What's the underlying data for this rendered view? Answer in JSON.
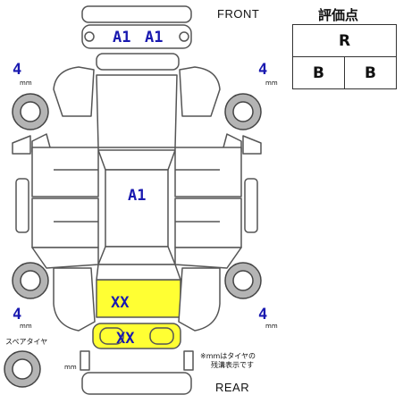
{
  "header": {
    "front_label": "FRONT",
    "rear_label": "REAR"
  },
  "evaluation": {
    "title": "評価点",
    "overall": "R",
    "interior": "B",
    "exterior": "B"
  },
  "damage_marks": {
    "front_left": "A1",
    "front_right": "A1",
    "roof": "A1",
    "trunk": "XX",
    "rear_bumper": "XX"
  },
  "tread_depth": {
    "front_left": "4",
    "front_right": "4",
    "rear_left": "4",
    "rear_right": "4",
    "unit": "mm",
    "spare_unit": "mm"
  },
  "spare": {
    "label": "スペアタイヤ"
  },
  "note": {
    "line1": "※mmはタイヤの",
    "line2": "残溝表示です"
  },
  "colors": {
    "outline": "#555555",
    "damage_highlight": "#ffff33",
    "code_text": "#1a1ab0",
    "tire_fill": "#b4b4b4"
  }
}
